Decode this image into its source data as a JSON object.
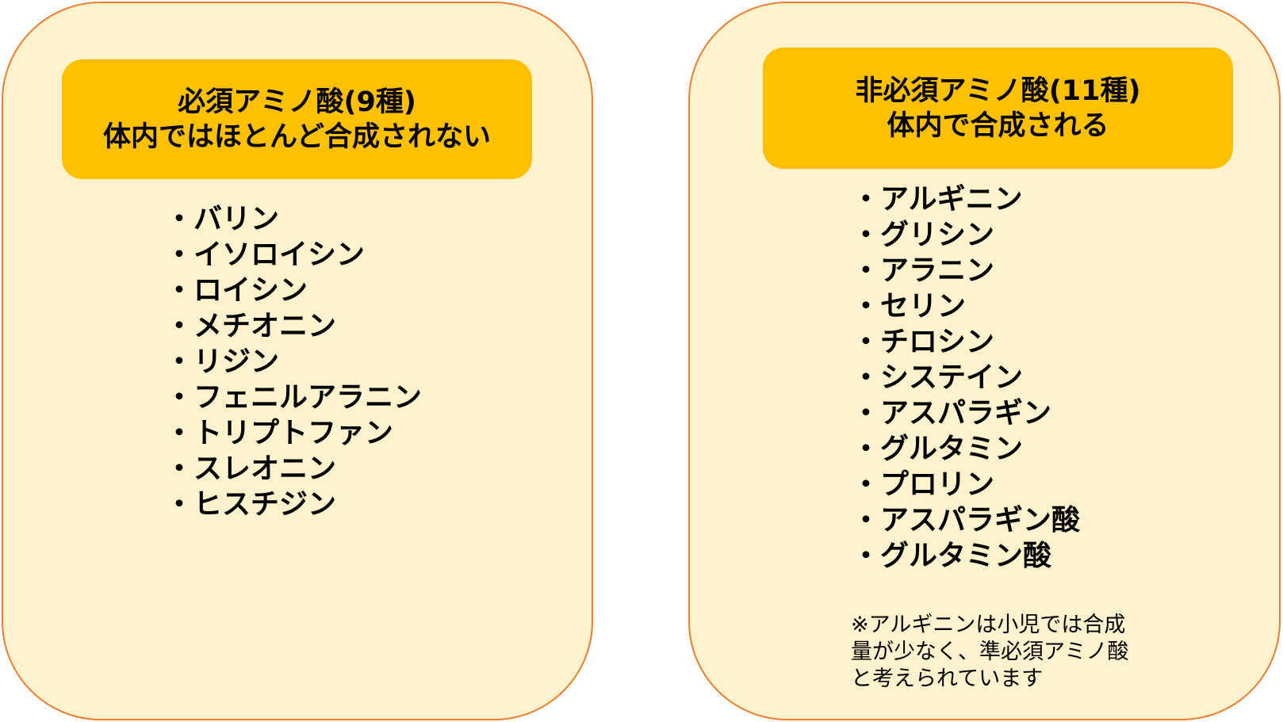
{
  "left": {
    "header": [
      "必須アミノ酸(9種)",
      "体内ではほとんど合成されない"
    ],
    "items": [
      "バリン",
      "イソロイシン",
      "ロイシン",
      "メチオニン",
      "リジン",
      "フェニルアラニン",
      "トリプトファン",
      "スレオニン",
      "ヒスチジン"
    ]
  },
  "right": {
    "header": [
      "非必須アミノ酸(11種)",
      "体内で合成される"
    ],
    "items": [
      "アルギニン",
      "グリシン",
      "アラニン",
      "セリン",
      "チロシン",
      "システイン",
      "アスパラギン",
      "グルタミン",
      "プロリン",
      "アスパラギン酸",
      "グルタミン酸"
    ],
    "note": [
      "※アルギニンは小児では合成",
      "量が少なく、準必須アミノ酸",
      "と考えられています"
    ]
  },
  "colors": {
    "panel_fill": "#FFF2CC",
    "panel_border": "#ED7D31",
    "header_fill": "#FFC000"
  }
}
